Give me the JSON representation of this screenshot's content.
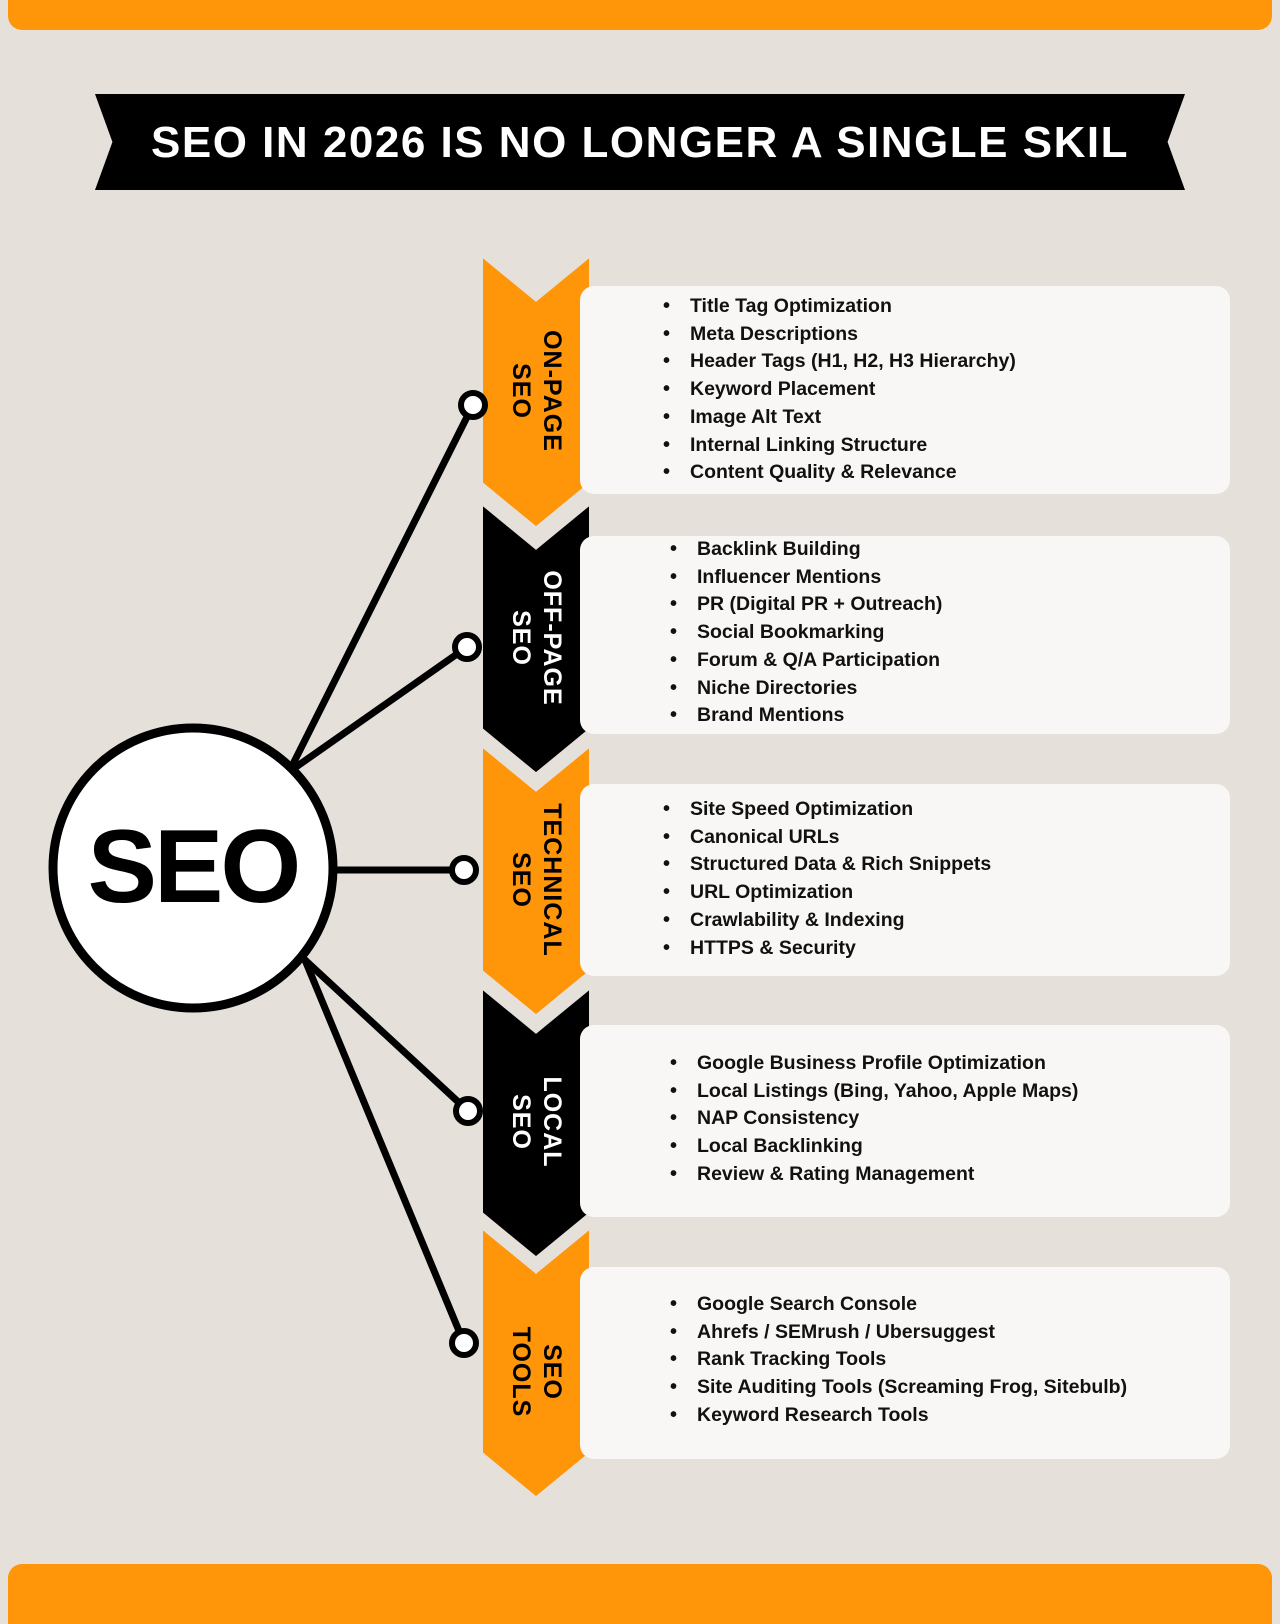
{
  "title": "SEO IN 2026 IS NO LONGER A SINGLE SKIL",
  "hub_label": "SEO",
  "colors": {
    "accent": "#ff9508",
    "dark": "#000000",
    "background": "#e5e0da",
    "card": "#f8f7f5"
  },
  "sections": [
    {
      "line1": "ON-PAGE",
      "line2": "SEO",
      "chevron_color": "orange",
      "items": [
        "Title Tag Optimization",
        "Meta Descriptions",
        "Header Tags (H1, H2, H3 Hierarchy)",
        "Keyword Placement",
        "Image Alt Text",
        "Internal Linking Structure",
        "Content Quality & Relevance"
      ]
    },
    {
      "line1": "OFF-PAGE",
      "line2": "SEO",
      "chevron_color": "black",
      "items": [
        "Backlink Building",
        "Influencer Mentions",
        "PR (Digital PR + Outreach)",
        "Social Bookmarking",
        "Forum & Q/A Participation",
        "Niche Directories",
        "Brand Mentions"
      ]
    },
    {
      "line1": "TECHNICAL",
      "line2": "SEO",
      "chevron_color": "orange",
      "items": [
        "Site Speed Optimization",
        "Canonical URLs",
        "Structured Data & Rich Snippets",
        "URL Optimization",
        "Crawlability & Indexing",
        "HTTPS & Security"
      ]
    },
    {
      "line1": "LOCAL",
      "line2": "SEO",
      "chevron_color": "black",
      "items": [
        "Google Business Profile Optimization",
        "Local Listings (Bing, Yahoo, Apple Maps)",
        "NAP Consistency",
        "Local Backlinking",
        "Review & Rating Management"
      ]
    },
    {
      "line1": "SEO",
      "line2": "TOOLS",
      "chevron_color": "orange",
      "items": [
        "Google Search Console",
        "Ahrefs / SEMrush / Ubersuggest",
        "Rank Tracking Tools",
        "Site Auditing Tools (Screaming Frog, Sitebulb)",
        "Keyword Research Tools"
      ]
    }
  ]
}
